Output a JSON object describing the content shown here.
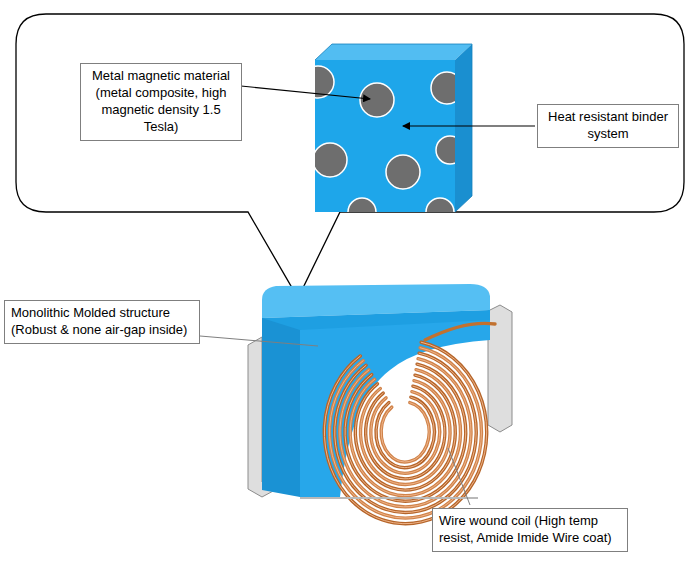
{
  "diagram": {
    "nodes": [
      {
        "text": [
          "Metal magnetic material (metal composite, high magnetic density 1.5 Tesla)"
        ]
      },
      {
        "text": [
          "Heat resistant binder system"
        ]
      },
      {
        "text": [
          "Monolithic Molded structure (Robust & none air-gap inside)"
        ]
      },
      {
        "text": [
          "Wire wound coil (High temp resist, Amide Imide Wire coat)"
        ]
      }
    ]
  }
}
